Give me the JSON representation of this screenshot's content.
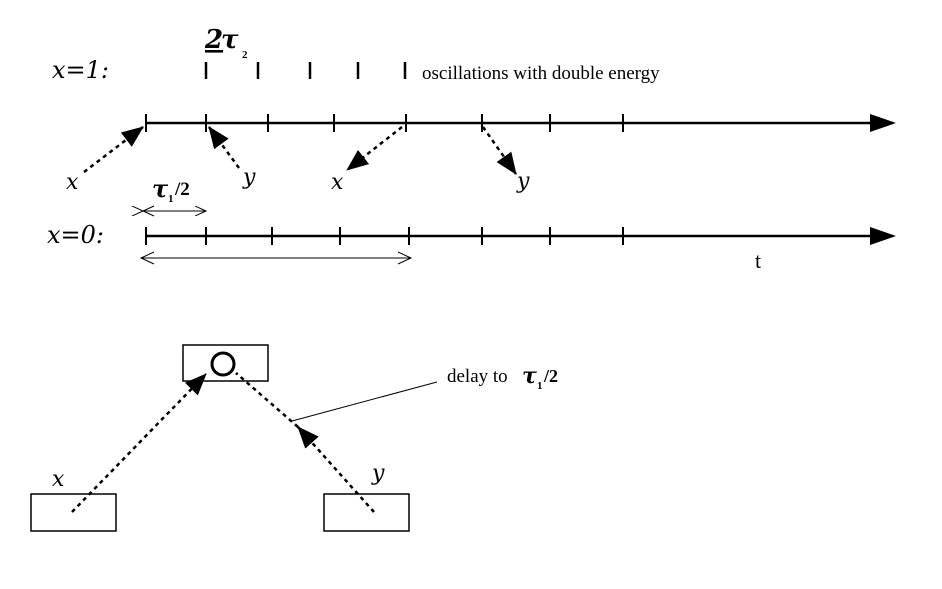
{
  "top_row": {
    "label": "x=1:",
    "period_label_prefix": "2",
    "period_label_symbol": "τ",
    "period_label_sub": "2",
    "note": "oscillations with double energy"
  },
  "arrows": {
    "x_left": "x",
    "y_first": "y",
    "x_middle": "x",
    "y_right": "y"
  },
  "bottom_row": {
    "label": "x=0:",
    "half_period_symbol": "τ",
    "half_period_sub": "1",
    "half_period_tail": "/2",
    "axis_label": "t"
  },
  "circuit": {
    "x_box_label": "x",
    "y_box_label": "y",
    "delay_prefix": "delay to ",
    "delay_symbol": "τ",
    "delay_sub": "1",
    "delay_tail": "/2"
  }
}
